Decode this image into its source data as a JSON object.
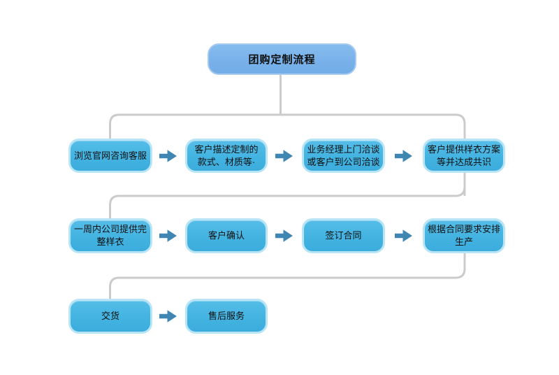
{
  "title": "团购定制流程",
  "flow": {
    "row1": [
      {
        "lines": [
          "浏览官网咨询客服"
        ]
      },
      {
        "lines": [
          "客户描述定制的",
          "款式、材质等·"
        ]
      },
      {
        "lines": [
          "业务经理上门洽谈",
          "或客户到公司洽谈"
        ]
      },
      {
        "lines": [
          "客户提供样衣方案",
          "等并达成共识"
        ]
      }
    ],
    "row2": [
      {
        "lines": [
          "一周内公司提供完",
          "整样衣"
        ]
      },
      {
        "lines": [
          "客户确认"
        ]
      },
      {
        "lines": [
          "签订合同"
        ]
      },
      {
        "lines": [
          "根据合同要求安排",
          "生产"
        ]
      }
    ],
    "row3": [
      {
        "lines": [
          "交货"
        ]
      },
      {
        "lines": [
          "售后服务"
        ]
      }
    ]
  },
  "colors": {
    "background": "#FFFFFF",
    "title_box_fill": "#79B2EA",
    "title_box_border": "#A6C9F1",
    "step_box_fill": "#45B5E2",
    "step_box_border": "#B7E5F6",
    "arrow": "#3F87B2",
    "connector_line": "#CBCBCB",
    "text": "#111111"
  }
}
